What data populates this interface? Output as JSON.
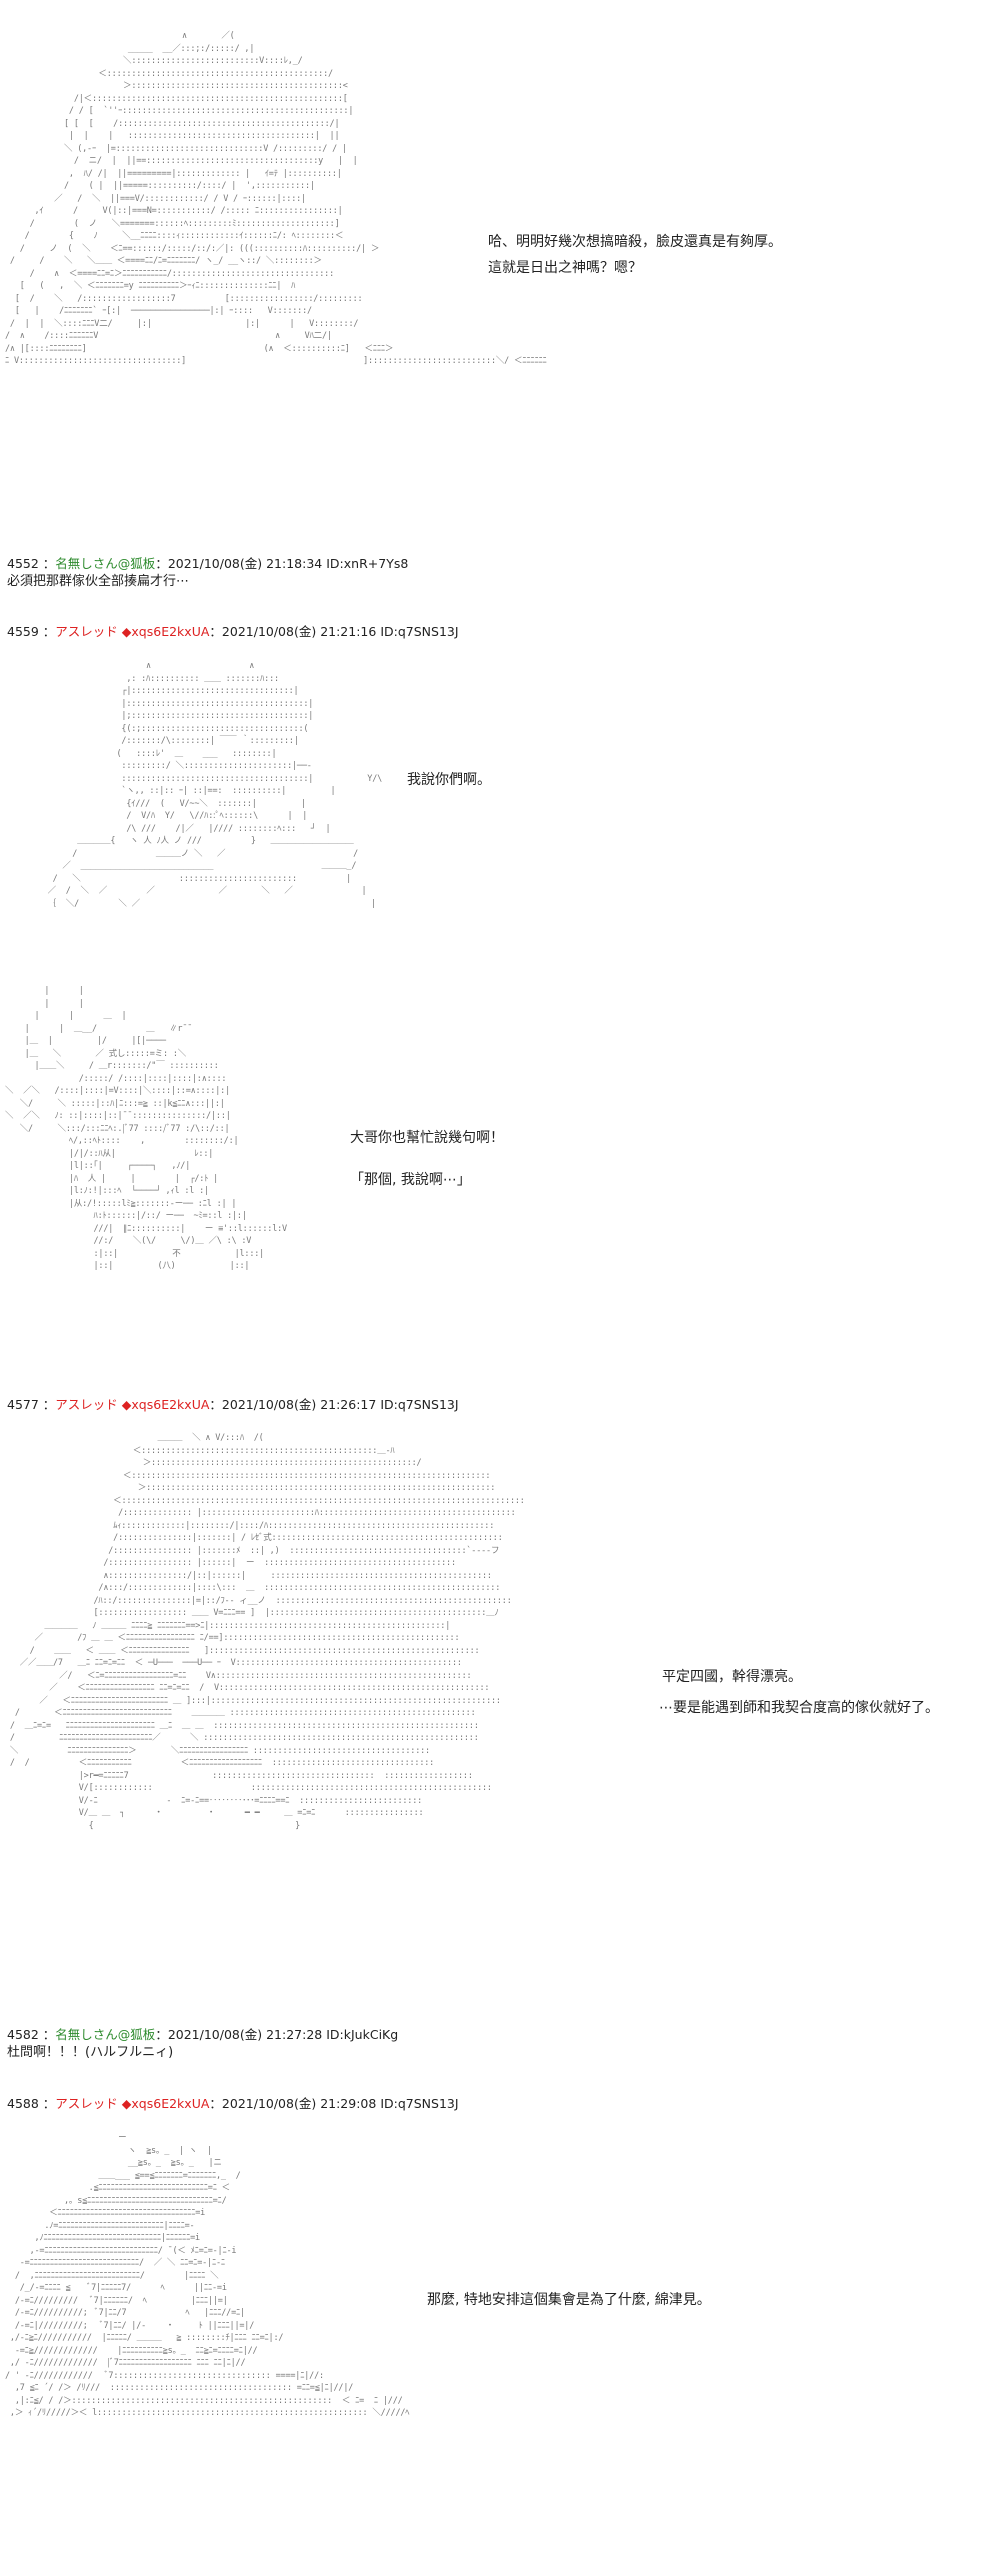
{
  "scene1": {
    "dialog": [
      "哈、明明好幾次想搞暗殺，臉皮還真是有夠厚。",
      "這就是日出之神嗎？嗯？"
    ]
  },
  "post_4552": {
    "number": "4552",
    "name": "名無しさん@狐板",
    "datetime": "2021/10/08(金) 21:18:34",
    "id": "ID:xnR+7Ys8",
    "body": "必須把那群傢伙全部揍扁才行⋯"
  },
  "post_4559": {
    "number": "4559",
    "name": "アスレッド",
    "trip": "◆xqs6E2kxUA",
    "datetime": "2021/10/08(金) 21:21:16",
    "id": "ID:q7SNS13J",
    "dialog": [
      "我說你們啊。"
    ]
  },
  "scene3": {
    "dialog": [
      "大哥你也幫忙說幾句啊！",
      "「那個, 我說啊⋯」"
    ]
  },
  "post_4577": {
    "number": "4577",
    "name": "アスレッド",
    "trip": "◆xqs6E2kxUA",
    "datetime": "2021/10/08(金) 21:26:17",
    "id": "ID:q7SNS13J",
    "dialog": [
      "平定四國，幹得漂亮。",
      "⋯要是能遇到師和我契合度高的傢伙就好了。"
    ]
  },
  "post_4582": {
    "number": "4582",
    "name": "名無しさん@狐板",
    "datetime": "2021/10/08(金) 21:27:28",
    "id": "ID:kJukCiKg",
    "body": "杜問啊！！！(ハルフルニィ)"
  },
  "post_4588": {
    "number": "4588",
    "name": "アスレッド",
    "trip": "◆xqs6E2kxUA",
    "datetime": "2021/10/08(金) 21:29:08",
    "id": "ID:q7SNS13J",
    "dialog": [
      "那麼, 特地安排這個集會是為了什麼, 綿津見。"
    ]
  }
}
